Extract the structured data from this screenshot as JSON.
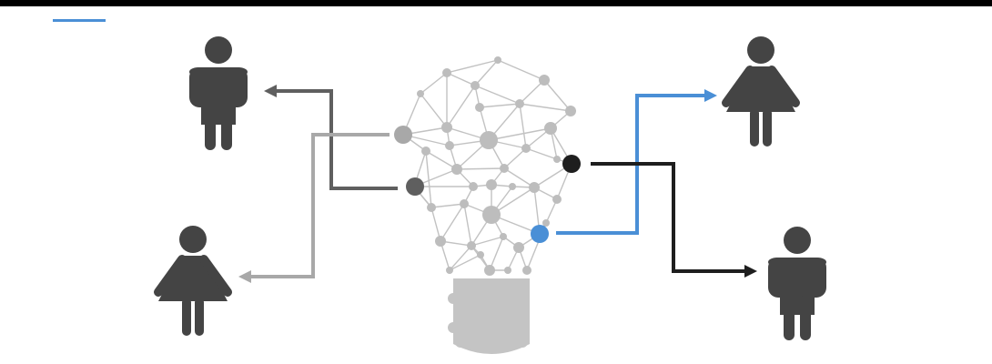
{
  "colors": {
    "top_bar": "#000000",
    "accent": "#4a8fd6",
    "network": "#c2c2c2",
    "network_node": "#bdbdbd",
    "bulb_base": "#c4c4c4",
    "person": "#444444",
    "connector_dark_gray": "#5f5f5f",
    "connector_light_gray": "#a8a8a8",
    "connector_black": "#1e1e1e",
    "connector_blue": "#4a8fd6"
  },
  "figures": [
    {
      "id": "person-top-left",
      "kind": "man"
    },
    {
      "id": "person-bottom-left",
      "kind": "woman"
    },
    {
      "id": "person-top-right",
      "kind": "woman"
    },
    {
      "id": "person-bottom-right",
      "kind": "man"
    }
  ],
  "connectors": [
    {
      "id": "dark-gray",
      "from": "bulb-node-dark-gray",
      "to": "person-top-left"
    },
    {
      "id": "light-gray",
      "from": "bulb-node-light-gray",
      "to": "person-bottom-left"
    },
    {
      "id": "blue",
      "from": "bulb-node-blue",
      "to": "person-top-right"
    },
    {
      "id": "black",
      "from": "bulb-node-black",
      "to": "person-bottom-right"
    }
  ],
  "icons": [
    "lightbulb-network-icon",
    "man-icon",
    "woman-icon",
    "arrow-icon"
  ]
}
